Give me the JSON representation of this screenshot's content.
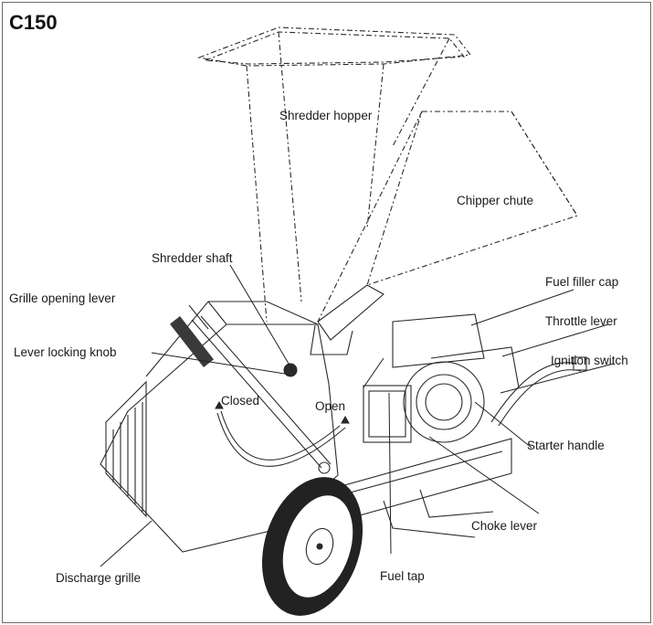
{
  "diagram": {
    "model": "C150",
    "labels": {
      "shredder_hopper": "Shredder hopper",
      "chipper_chute": "Chipper chute",
      "shredder_shaft": "Shredder shaft",
      "fuel_filler_cap": "Fuel filler cap",
      "grille_opening_lever": "Grille opening lever",
      "throttle_lever": "Throttle lever",
      "ignition_switch": "Ignition switch",
      "lever_locking_knob": "Lever locking knob",
      "closed": "Closed",
      "open": "Open",
      "starter_handle": "Starter handle",
      "choke_lever": "Choke lever",
      "discharge_grille": "Discharge grille",
      "fuel_tap": "Fuel tap"
    }
  }
}
